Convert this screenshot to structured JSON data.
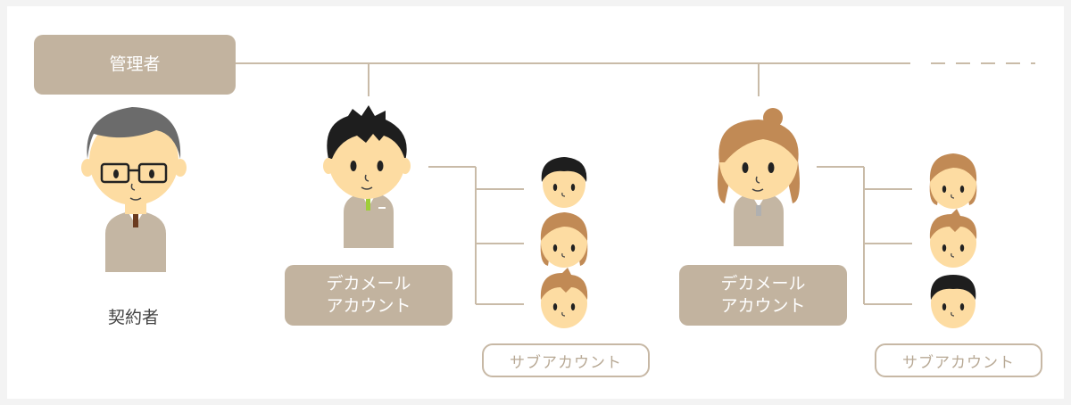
{
  "admin": {
    "label": "管理者"
  },
  "contractor": {
    "label": "契約者"
  },
  "main_accounts": [
    {
      "line1": "デカメール",
      "line2": "アカウント"
    },
    {
      "line1": "デカメール",
      "line2": "アカウント"
    }
  ],
  "sub_accounts": [
    {
      "label": "サブアカウント"
    },
    {
      "label": "サブアカウント"
    }
  ],
  "colors": {
    "line": "#c9bba8",
    "box": "#c2b39f",
    "pill_border": "#c7b8a5",
    "pill_text": "#b8a995",
    "shirt": "#c4b6a3",
    "skin": "#fddca2"
  }
}
